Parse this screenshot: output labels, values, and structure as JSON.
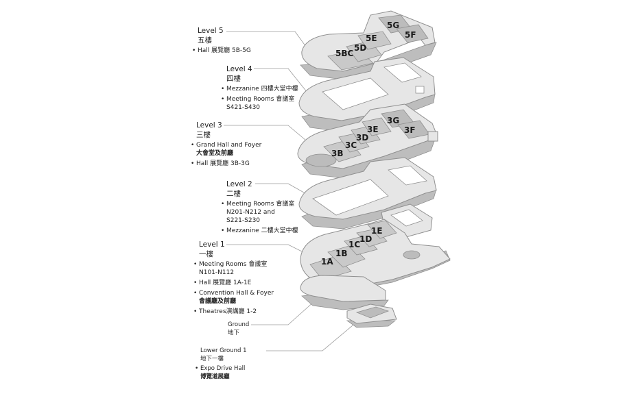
{
  "levels": {
    "level5": {
      "name": "Level 5",
      "cn": "五樓",
      "items": [
        {
          "l1": "Hall 展覽廳 5B-5G",
          "l2": ""
        }
      ]
    },
    "level4": {
      "name": "Level 4",
      "cn": "四樓",
      "items": [
        {
          "l1": "Mezzanine 四樓大堂中樓",
          "l2": ""
        },
        {
          "l1": "Meeting Rooms 會議室",
          "l2": "S421-S430"
        }
      ]
    },
    "level3": {
      "name": "Level 3",
      "cn": "三樓",
      "items": [
        {
          "l1": "Grand Hall and Foyer",
          "l2": "大會堂及前廳"
        },
        {
          "l1": "Hall 展覽廳 3B-3G",
          "l2": ""
        }
      ]
    },
    "level2": {
      "name": "Level 2",
      "cn": "二樓",
      "items": [
        {
          "l1": "Meeting Rooms 會議室",
          "l2": "N201-N212 and",
          "l3": "S221-S230"
        },
        {
          "l1": "Mezzanine  二樓大堂中樓",
          "l2": ""
        }
      ]
    },
    "level1": {
      "name": "Level 1",
      "cn": "一樓",
      "items": [
        {
          "l1": "Meeting Rooms 會議室",
          "l2": "N101-N112"
        },
        {
          "l1": "Hall 展覽廳 1A-1E",
          "l2": ""
        },
        {
          "l1": "Convention Hall & Foyer",
          "l2": "會議廳及前廳"
        },
        {
          "l1": "Theatres演講廳 1-2",
          "l2": ""
        }
      ]
    },
    "ground": {
      "name": "Ground",
      "cn": "地下",
      "items": []
    },
    "lg1": {
      "name": "Lower Ground 1",
      "cn": "地下一樓",
      "items": [
        {
          "l1": "Expo Drive Hall",
          "l2": "博覽道展廳"
        }
      ]
    }
  },
  "hall_labels": {
    "level5": [
      "5BC",
      "5D",
      "5E",
      "5G",
      "5F"
    ],
    "level3": [
      "3B",
      "3C",
      "3D",
      "3E",
      "3G",
      "3F"
    ],
    "level1": [
      "1A",
      "1B",
      "1C",
      "1D",
      "1E"
    ]
  },
  "colors": {
    "floor_fill": "#e6e6e6",
    "floor_edge": "#bdbdbd",
    "floor_stroke": "#8f8f8f",
    "hall_fill": "#c9c9c9",
    "hall_fill_dark": "#bcbcbc",
    "leader_line": "#9a9a9a"
  }
}
